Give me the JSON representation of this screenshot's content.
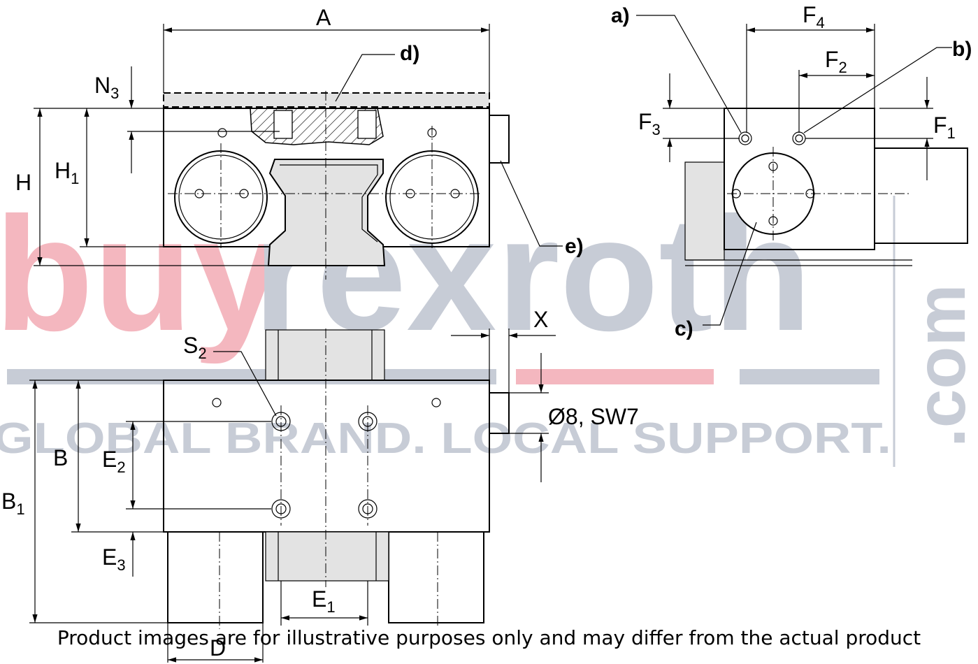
{
  "watermark": {
    "brand_part1": "buy",
    "brand_part2": "rexroth",
    "brand_suffix": ".com",
    "tagline": "GLOBAL BRAND. LOCAL SUPPORT.",
    "colors": {
      "pink": "#f4b7bf",
      "grey": "#c7ccd6"
    }
  },
  "labels": {
    "A": "A",
    "d": "d)",
    "N3": "N",
    "N3_sub": "3",
    "H": "H",
    "H1": "H",
    "H1_sub": "1",
    "e": "e)",
    "a": "a)",
    "b": "b)",
    "c": "c)",
    "F4": "F",
    "F4_sub": "4",
    "F2": "F",
    "F2_sub": "2",
    "F3": "F",
    "F3_sub": "3",
    "F1": "F",
    "F1_sub": "1",
    "X": "X",
    "S2": "S",
    "S2_sub": "2",
    "thread": "Ø8, SW7",
    "B": "B",
    "B1": "B",
    "B1_sub": "1",
    "E2": "E",
    "E2_sub": "2",
    "E3": "E",
    "E3_sub": "3",
    "E1": "E",
    "E1_sub": "1",
    "D": "D"
  },
  "caption": "Product images are for illustrative purposes only and may differ from the actual product"
}
